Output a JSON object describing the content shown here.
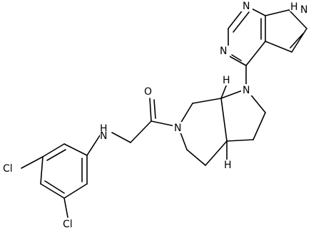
{
  "atoms": {
    "n_pyrimidine_top": "N",
    "nh_pyrrole": "H",
    "n_pyrrole_h": "N",
    "n_pyrimidine_left": "N",
    "n_pyrrolidine": "N",
    "o_carbonyl": "O",
    "h_stereo_top": "H",
    "n_piperidine": "N",
    "nh_amine_h": "H",
    "nh_amine_n": "N",
    "h_stereo_bottom": "H",
    "cl_left": "Cl",
    "cl_bottom": "Cl"
  }
}
